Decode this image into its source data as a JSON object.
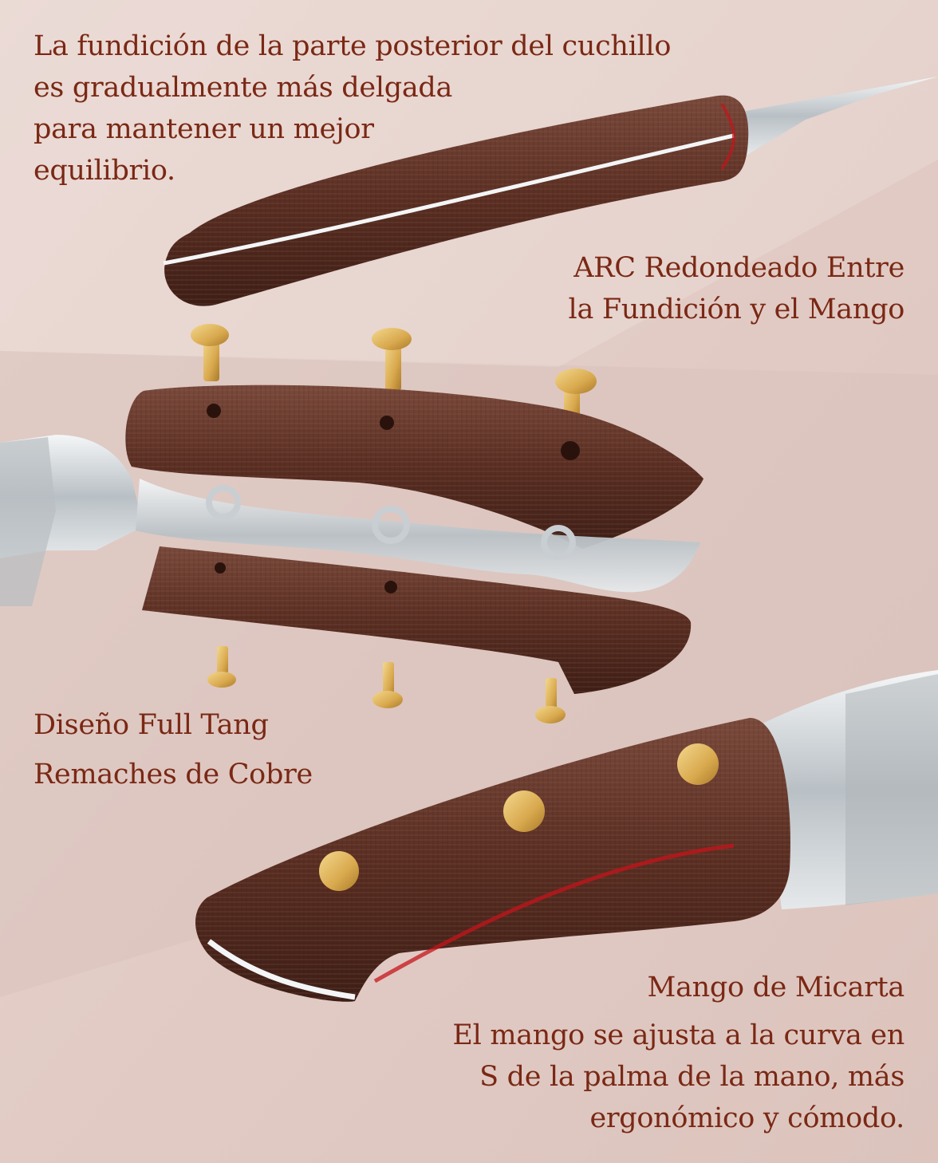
{
  "colors": {
    "background": "#e4cfca",
    "text": "#7a2814",
    "micarta": "#5a2e22",
    "steel": "#d9dde0",
    "brass": "#d9a94e",
    "red_accent": "#c4141b"
  },
  "captions": {
    "balance": {
      "line1": "La fundición de la parte posterior del cuchillo",
      "line2": "es gradualmente más delgada",
      "line3": "para mantener un mejor",
      "line4": "equilibrio."
    },
    "arc": {
      "line1": "ARC Redondeado Entre",
      "line2": "la Fundición y el Mango"
    },
    "tang": {
      "line1": "Diseño Full Tang",
      "line2": "Remaches de Cobre"
    },
    "handle": {
      "title": "Mango de Micarta",
      "line1": "El mango se ajusta a la curva en",
      "line2": "S de la palma de la mano, más",
      "line3": "ergonómico y cómodo."
    }
  },
  "illustrations": [
    "handle-top-view",
    "exploded-handle-assembly",
    "brass-rivets",
    "assembled-handle"
  ]
}
